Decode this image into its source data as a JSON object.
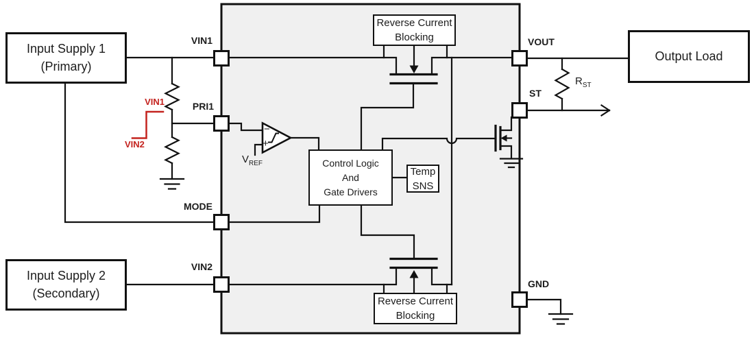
{
  "colors": {
    "wire": "#111111",
    "ic_fill": "#f0f0f0",
    "box_fill": "#ffffff",
    "annotation_red": "#c4231f"
  },
  "external": {
    "supply1": {
      "line1": "Input Supply 1",
      "line2": "(Primary)"
    },
    "supply2": {
      "line1": "Input Supply 2",
      "line2": "(Secondary)"
    },
    "load": {
      "label": "Output Load"
    },
    "rst": {
      "base": "R",
      "sub": "ST"
    }
  },
  "annotation": {
    "high": "VIN1",
    "low": "VIN2"
  },
  "pins": {
    "vin1": "VIN1",
    "pri1": "PRI1",
    "mode": "MODE",
    "vin2": "VIN2",
    "vout": "VOUT",
    "st": "ST",
    "gnd": "GND"
  },
  "internal": {
    "rcb_top": {
      "line1": "Reverse Current",
      "line2": "Blocking"
    },
    "rcb_bottom": {
      "line1": "Reverse Current",
      "line2": "Blocking"
    },
    "control": {
      "line1": "Control Logic",
      "line2": "And",
      "line3": "Gate Drivers"
    },
    "temp": {
      "line1": "Temp",
      "line2": "SNS"
    },
    "comparator": {
      "minus": "−",
      "plus": "+"
    },
    "vref": {
      "base": "V",
      "sub": "REF"
    }
  }
}
